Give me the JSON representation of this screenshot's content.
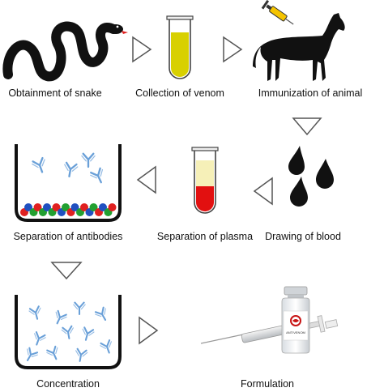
{
  "steps": [
    {
      "id": "snake",
      "label": "Obtainment of snake"
    },
    {
      "id": "venom",
      "label": "Collection of venom"
    },
    {
      "id": "immunization",
      "label": "Immunization of animal"
    },
    {
      "id": "blood",
      "label": "Drawing of blood"
    },
    {
      "id": "plasma",
      "label": "Separation of plasma"
    },
    {
      "id": "antibodies",
      "label": "Separation of antibodies"
    },
    {
      "id": "concentration",
      "label": "Concentration"
    },
    {
      "id": "formulation",
      "label": "Formulation"
    }
  ],
  "vial_label": "ANTIVENOM",
  "colors": {
    "snake": "#111111",
    "horse": "#111111",
    "venom": "#d8d000",
    "plasma_top": "#f6f0b8",
    "plasma_bottom": "#e21010",
    "blood": "#111111",
    "antibody": "#6aa0d8",
    "arrow_outline": "#555555",
    "bead_red": "#e02020",
    "bead_green": "#22a030",
    "bead_blue": "#2050c0"
  }
}
